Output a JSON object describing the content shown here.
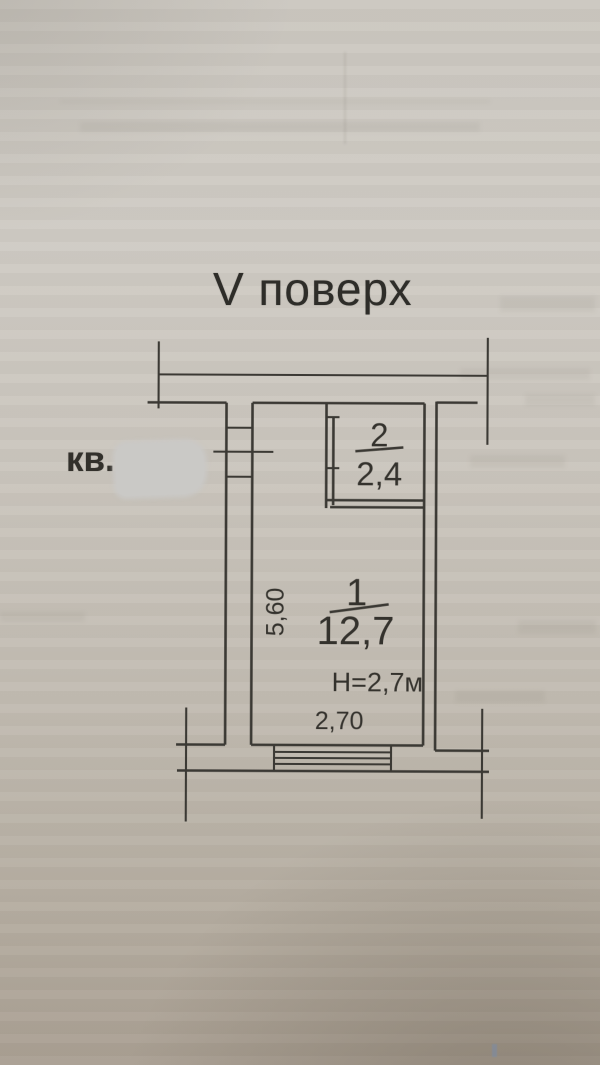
{
  "page": {
    "title": "V поверх"
  },
  "apartment": {
    "label": "кв.",
    "number_value": "",
    "number_covered": true
  },
  "plan": {
    "rooms": [
      {
        "number": "1",
        "area": "12,7"
      },
      {
        "number": "2",
        "area": "2,4"
      }
    ],
    "labels": {
      "ceiling_height": "Н=2,7м",
      "bottom_width": "2,70",
      "left_depth": "5,60"
    },
    "colors": {
      "line": "#3b3934",
      "text": "#34322d"
    }
  },
  "paper": {
    "top_tone": "#cdc9c2",
    "bottom_tone": "#aa9f92",
    "redaction_tone": "#cac9c6"
  }
}
